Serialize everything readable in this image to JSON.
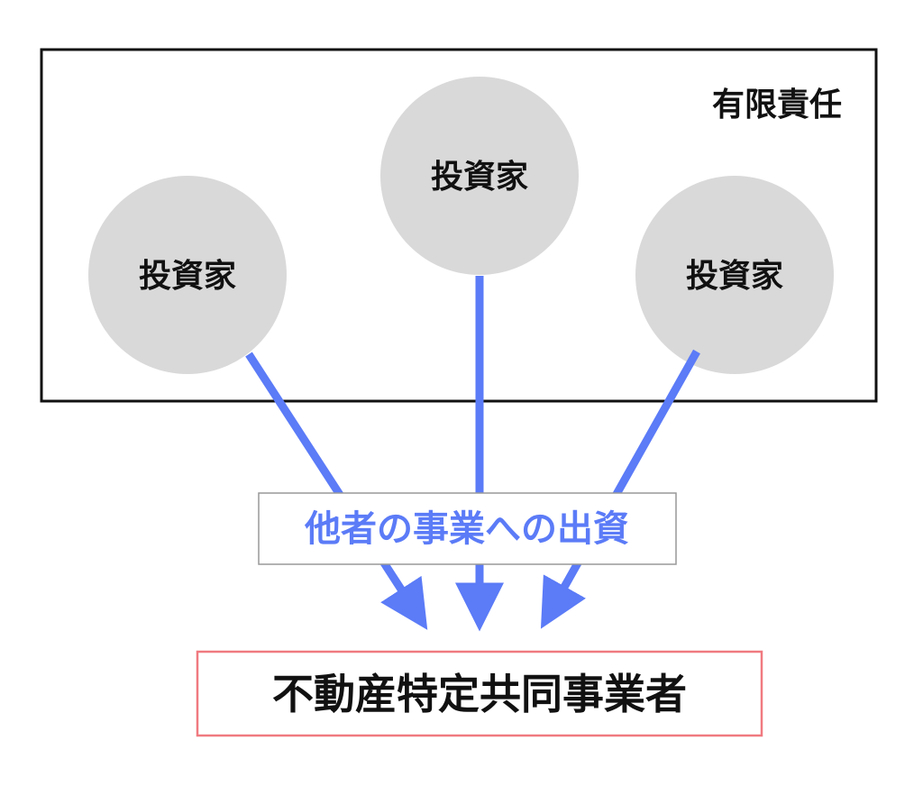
{
  "colors": {
    "arrow": "#5b7bf7",
    "circle_fill": "#d9d9d9",
    "box_border": "#111111",
    "target_border": "#f07a80",
    "flow_label_border": "#999999"
  },
  "liability_box": {
    "label": "有限責任"
  },
  "investors": [
    {
      "label": "投資家"
    },
    {
      "label": "投資家"
    },
    {
      "label": "投資家"
    }
  ],
  "flow_label": "他者の事業への出資",
  "target": {
    "label": "不動産特定共同事業者"
  }
}
